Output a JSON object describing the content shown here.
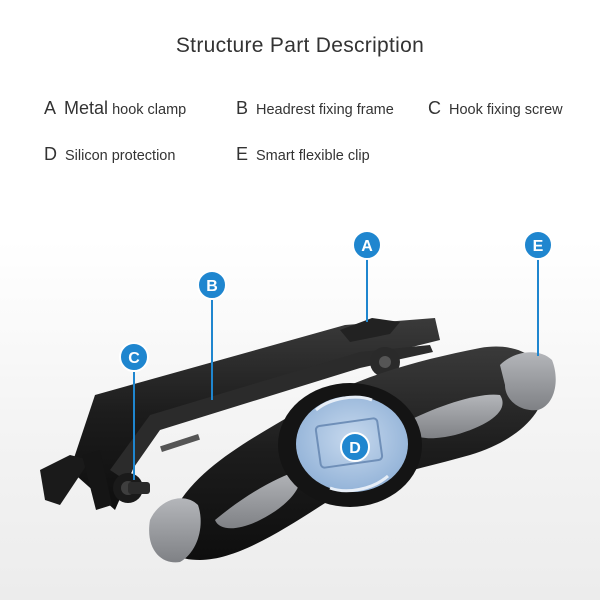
{
  "title": "Structure Part Description",
  "parts": {
    "a": {
      "letter": "A",
      "name_big": "Metal",
      "name_rest": "hook clamp"
    },
    "b": {
      "letter": "B",
      "name": "Headrest fixing frame"
    },
    "c": {
      "letter": "C",
      "name": "Hook fixing screw"
    },
    "d": {
      "letter": "D",
      "name": "Silicon protection"
    },
    "e": {
      "letter": "E",
      "name": "Smart flexible clip"
    }
  },
  "callouts": {
    "a": "A",
    "b": "B",
    "c": "C",
    "d": "D",
    "e": "E"
  },
  "colors": {
    "callout_blue": "#1f86cf",
    "body_black": "#1c1c1c",
    "pad_gray": "#8d8f93",
    "disc_blue": "#a9c4e3"
  }
}
